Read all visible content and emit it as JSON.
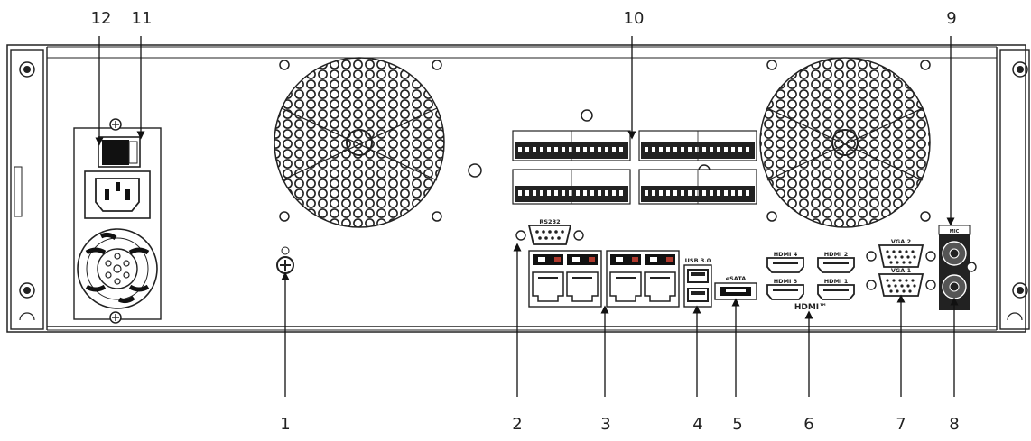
{
  "callouts": {
    "c1": "1",
    "c2": "2",
    "c3": "3",
    "c4": "4",
    "c5": "5",
    "c6": "6",
    "c7": "7",
    "c8": "8",
    "c9": "9",
    "c10": "10",
    "c11": "11",
    "c12": "12"
  },
  "port_labels": {
    "rs232": "RS232",
    "usb": "USB 3.0",
    "esata": "eSATA",
    "hdmi1": "HDMI 1",
    "hdmi2": "HDMI 2",
    "hdmi3": "HDMI 3",
    "hdmi4": "HDMI 4",
    "hdmi_logo": "HDMI™",
    "vga1": "VGA 1",
    "vga2": "VGA 2",
    "mic": "MIC"
  }
}
